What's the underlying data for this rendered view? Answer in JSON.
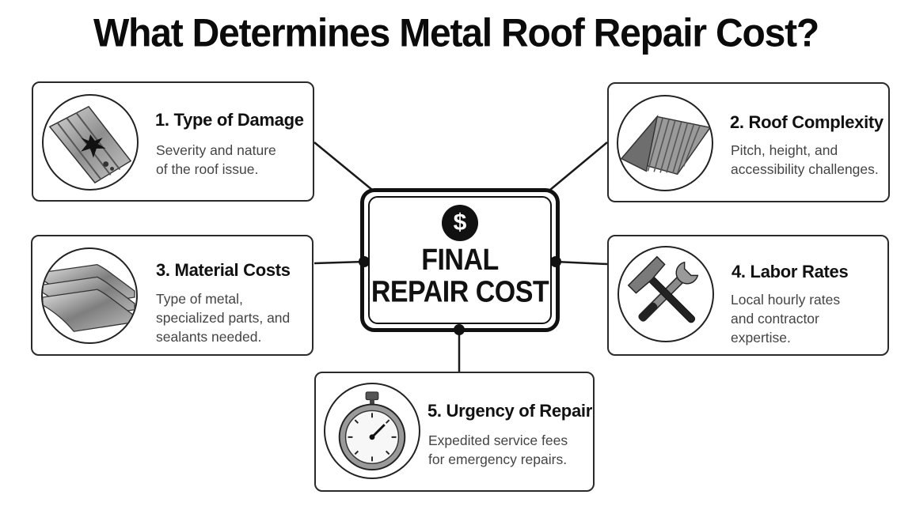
{
  "title": "What Determines Metal Roof Repair Cost?",
  "center": {
    "icon": "$",
    "label_line1": "FINAL",
    "label_line2": "REPAIR COST"
  },
  "factors": [
    {
      "title": "1. Type of Damage",
      "description": "Severity and nature\nof the roof issue.",
      "icon": "damaged-metal-sheet-icon"
    },
    {
      "title": "2. Roof Complexity",
      "description": "Pitch, height, and\naccessibility challenges.",
      "icon": "metal-roof-icon"
    },
    {
      "title": "3. Material Costs",
      "description": "Type of metal,\nspecialized parts, and\nsealants needed.",
      "icon": "metal-sheets-stack-icon"
    },
    {
      "title": "4. Labor Rates",
      "description": "Local hourly rates\nand contractor\nexpertise.",
      "icon": "wrench-hammer-icon"
    },
    {
      "title": "5. Urgency of Repair",
      "description": "Expedited service fees\nfor emergency repairs.",
      "icon": "stopwatch-icon"
    }
  ]
}
